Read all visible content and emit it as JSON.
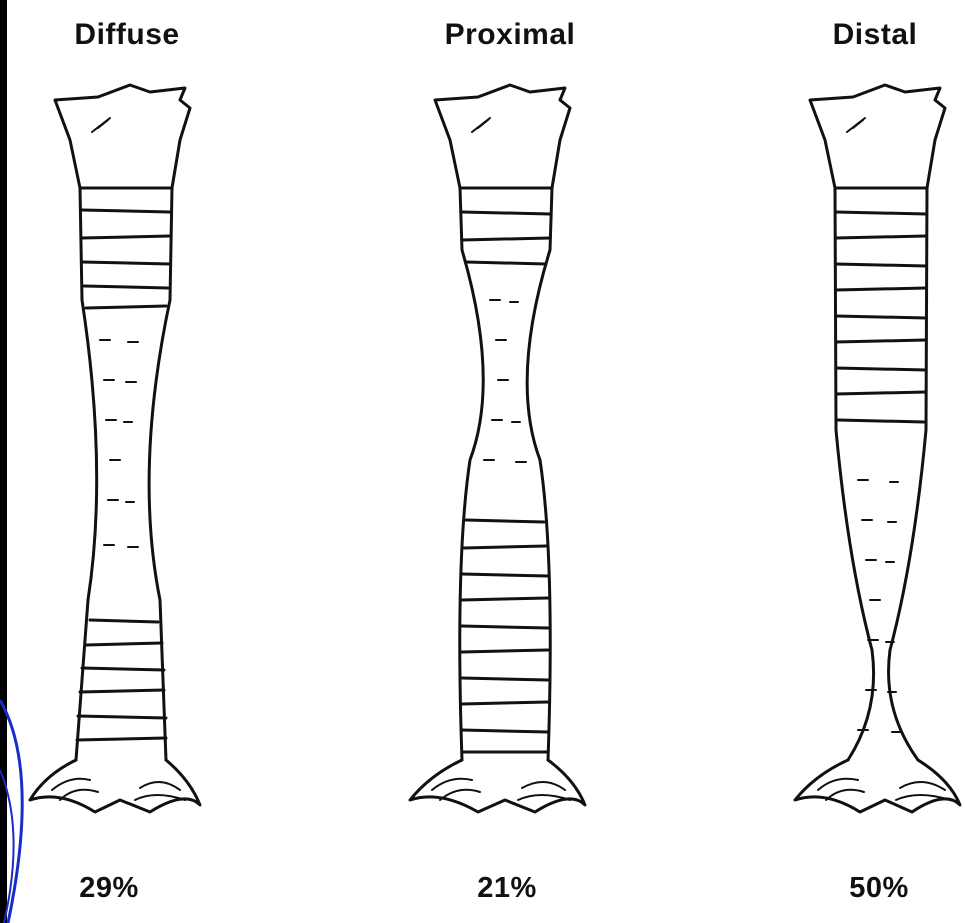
{
  "figures": [
    {
      "label": "Diffuse",
      "percent": "29%"
    },
    {
      "label": "Proximal",
      "percent": "21%"
    },
    {
      "label": "Distal",
      "percent": "50%"
    }
  ],
  "colors": {
    "background": "#000000",
    "panel": "#ffffff",
    "ink": "#111111",
    "accent_arc": "#1a2cc8"
  }
}
